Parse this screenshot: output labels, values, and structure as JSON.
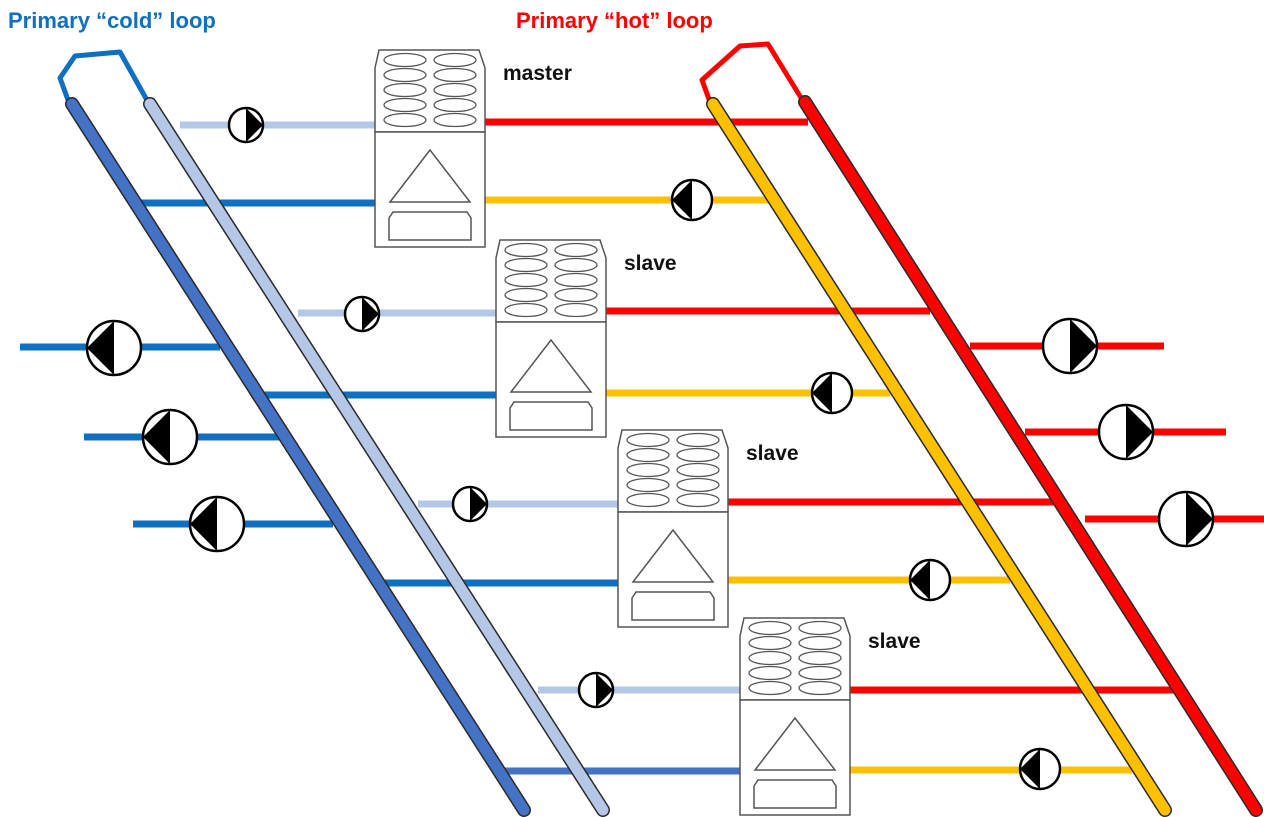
{
  "titles": {
    "cold": "Primary “cold” loop",
    "hot": "Primary “hot” loop"
  },
  "units": [
    {
      "label": "master"
    },
    {
      "label": "slave"
    },
    {
      "label": "slave"
    },
    {
      "label": "slave"
    }
  ],
  "colors": {
    "cold_supply": "#4472c4",
    "cold_return": "#b4c7e7",
    "cold_branch": "#0f6fc0",
    "hot_supply": "#ff0000",
    "hot_return": "#ffc000",
    "loop_title_cold": "#0f6fc0",
    "loop_title_hot": "#ff0000"
  },
  "icons": {
    "pump": "pump-icon",
    "chiller": "heat-pump-unit-icon"
  }
}
